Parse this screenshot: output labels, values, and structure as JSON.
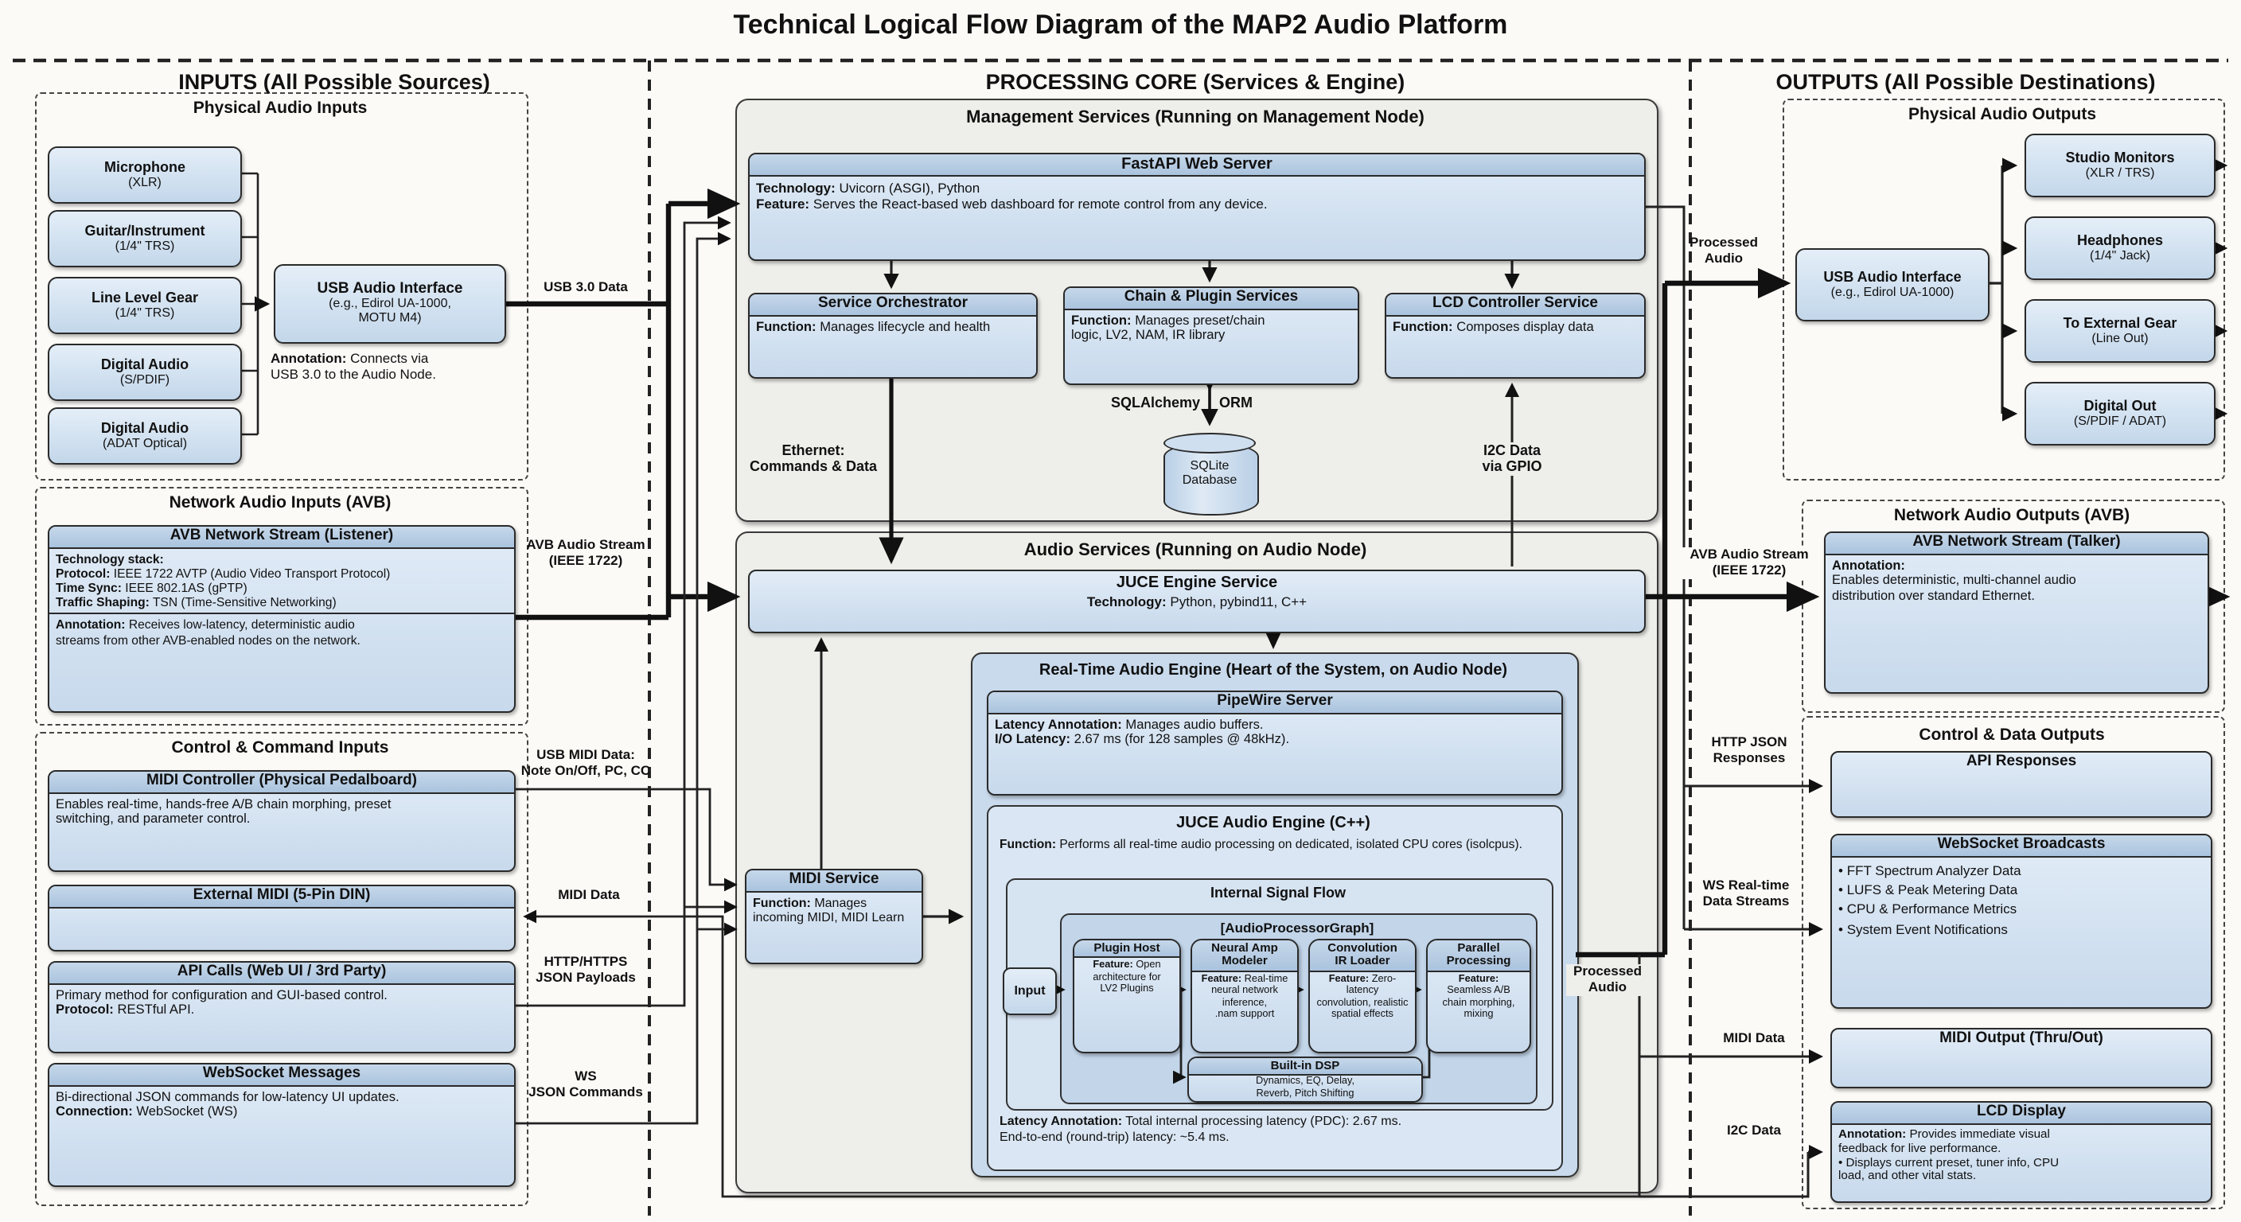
{
  "title": "Technical Logical Flow Diagram of the MAP2 Audio Platform",
  "inputs": {
    "heading": "INPUTS (All Possible Sources)",
    "physical": {
      "title": "Physical Audio Inputs",
      "sources": [
        {
          "l1": "Microphone",
          "l2": "(XLR)"
        },
        {
          "l1": "Guitar/Instrument",
          "l2": "(1/4\" TRS)"
        },
        {
          "l1": "Line Level Gear",
          "l2": "(1/4\" TRS)"
        },
        {
          "l1": "Digital Audio",
          "l2": "(S/PDIF)"
        },
        {
          "l1": "Digital Audio",
          "l2": "(ADAT Optical)"
        }
      ],
      "usb_interface": {
        "title": "USB Audio Interface",
        "subtitle": "(e.g., Edirol UA-1000,\nMOTU M4)",
        "annotation": "**Annotation:** Connects via\nUSB 3.0 to the Audio Node."
      }
    },
    "network": {
      "title": "Network Audio Inputs (AVB)",
      "box": {
        "header": "AVB Network Stream (Listener)",
        "tech": "**Technology stack:**\n**Protocol:** IEEE 1722 AVTP (Audio Video Transport Protocol)\n**Time Sync:** IEEE 802.1AS (gPTP)\n**Traffic Shaping:** TSN (Time-Sensitive Networking)",
        "annotation": "**Annotation:** Receives low-latency, deterministic audio\nstreams from other AVB-enabled nodes on the network."
      }
    },
    "control": {
      "title": "Control & Command Inputs",
      "midi_controller": {
        "header": "MIDI Controller (Physical Pedalboard)",
        "body": "Enables real-time, hands-free A/B chain morphing, preset\nswitching, and parameter control."
      },
      "external_midi": {
        "header": "External MIDI (5-Pin DIN)"
      },
      "api_calls": {
        "header": "API Calls (Web UI / 3rd Party)",
        "body": "Primary method for configuration and GUI-based control.\n**Protocol:** RESTful API."
      },
      "websocket": {
        "header": "WebSocket Messages",
        "body": "Bi-directional JSON commands for low-latency UI updates.\n**Connection:** WebSocket (WS)"
      }
    },
    "edge_labels": {
      "usb": "USB 3.0 Data",
      "avb": "AVB Audio Stream\n(IEEE 1722)",
      "usb_midi": "USB MIDI Data:\nNote On/Off, PC, CC",
      "midi": "MIDI Data",
      "http": "HTTP/HTTPS\nJSON Payloads",
      "ws": "WS\nJSON Commands"
    }
  },
  "core": {
    "heading": "PROCESSING CORE (Services & Engine)",
    "management": {
      "title": "Management Services (Running on Management Node)",
      "fastapi": {
        "header": "FastAPI Web Server",
        "body": "**Technology:** Uvicorn (ASGI), Python\n**Feature:** Serves the React-based web dashboard for remote control from any device."
      },
      "orchestrator": {
        "header": "Service Orchestrator",
        "body": "**Function:** Manages lifecycle and health"
      },
      "chain": {
        "header": "Chain & Plugin Services",
        "body": "**Function:** Manages preset/chain\nlogic, LV2, NAM, IR library"
      },
      "lcd": {
        "header": "LCD Controller Service",
        "body": "**Function:** Composes display data"
      },
      "sqlalchemy": "SQLAlchemy",
      "orm": "ORM",
      "sqlite": "SQLite\nDatabase",
      "ethernet": "Ethernet:\nCommands & Data",
      "i2c_gpio": "I2C Data\nvia GPIO"
    },
    "audio": {
      "title": "Audio Services (Running on Audio Node)",
      "juce_service": {
        "header": "JUCE Engine Service",
        "body": "**Technology:** Python, pybind11, C++"
      },
      "midi_service": {
        "header": "MIDI Service",
        "body": "**Function:** Manages\nincoming MIDI, MIDI Learn"
      },
      "engine": {
        "title": "Real-Time Audio Engine (Heart of the System, on Audio Node)",
        "pipewire": {
          "header": "PipeWire Server",
          "body": "**Latency Annotation:** Manages audio buffers.\n**I/O Latency:** 2.67 ms (for 128 samples @ 48kHz)."
        },
        "juce_engine": {
          "title": "JUCE Audio Engine (C++)",
          "body": "**Function:** Performs all real-time audio processing on dedicated, isolated CPU cores (isolcpus)."
        },
        "isf": {
          "title": "Internal Signal Flow",
          "graph_title": "[AudioProcessorGraph]",
          "input": "Input",
          "nodes": [
            {
              "header": "Plugin Host",
              "body": "**Feature:** Open\narchitecture for\nLV2 Plugins"
            },
            {
              "header": "Neural Amp\nModeler",
              "body": "**Feature:** Real-time\nneural network\ninference,\n.nam support"
            },
            {
              "header": "Convolution\nIR Loader",
              "body": "**Feature:** Zero-\nlatency\nconvolution, realistic\nspatial effects"
            },
            {
              "header": "Parallel\nProcessing",
              "body": "**Feature:**\nSeamless A/B\nchain morphing,\nmixing"
            }
          ],
          "dsp": {
            "header": "Built-in DSP",
            "body": "Dynamics, EQ, Delay,\nReverb, Pitch Shifting"
          }
        },
        "latency": "**Latency Annotation:** Total internal processing latency (PDC): 2.67 ms.\nEnd-to-end (round-trip) latency: ~5.4 ms."
      },
      "processed_mid": "Processed\nAudio"
    }
  },
  "outputs": {
    "heading": "OUTPUTS (All Possible Destinations)",
    "physical": {
      "title": "Physical Audio Outputs",
      "usb_interface": {
        "title": "USB Audio Interface",
        "subtitle": "(e.g., Edirol UA-1000)"
      },
      "destinations": [
        {
          "l1": "Studio Monitors",
          "l2": "(XLR / TRS)"
        },
        {
          "l1": "Headphones",
          "l2": "(1/4\" Jack)"
        },
        {
          "l1": "To External Gear",
          "l2": "(Line Out)"
        },
        {
          "l1": "Digital Out",
          "l2": "(S/PDIF / ADAT)"
        }
      ]
    },
    "network": {
      "title": "Network Audio Outputs (AVB)",
      "talker": {
        "header": "AVB Network Stream (Talker)",
        "body": "**Annotation:**\nEnables deterministic, multi-channel audio\ndistribution over standard Ethernet."
      }
    },
    "control": {
      "title": "Control & Data Outputs",
      "api": {
        "header": "API Responses"
      },
      "ws": {
        "header": "WebSocket Broadcasts",
        "bullets": [
          "FFT Spectrum Analyzer Data",
          "LUFS & Peak Metering Data",
          "CPU & Performance Metrics",
          "System Event Notifications"
        ]
      },
      "midi": {
        "header": "MIDI Output (Thru/Out)"
      },
      "lcd": {
        "header": "LCD Display",
        "body": "**Annotation:** Provides immediate visual\nfeedback for live performance.\n•  Displays current preset, tuner info, CPU\n   load, and other vital stats."
      }
    },
    "edge_labels": {
      "processed": "Processed\nAudio",
      "avb": "AVB Audio Stream\n(IEEE 1722)",
      "http": "HTTP JSON\nResponses",
      "ws": "WS Real-time\nData Streams",
      "midi": "MIDI Data",
      "i2c": "I2C Data"
    }
  }
}
